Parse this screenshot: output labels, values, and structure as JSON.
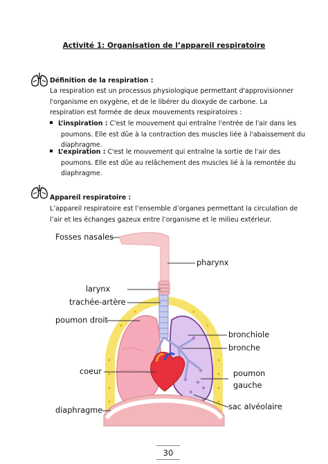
{
  "title": "Activité 1: Organisation de l’appareil respiratoire",
  "section1": {
    "heading": "Définition de la respiration :",
    "intro": [
      "La respiration est un processus physiologique permettant d'approvisionner",
      "l'organisme en oxygène, et de le libérer du dioxyde de carbone. La",
      "respiration est formée de deux mouvements respiratoires :"
    ],
    "inspiration": {
      "term": "L’inspiration :",
      "lines": [
        "C'est le mouvement qui entraîne l'entrée de l'air dans les",
        "poumons. Elle est dûe à la contraction des muscles liée à l'abaissement du",
        "diaphragme."
      ]
    },
    "expiration": {
      "term": "L’expiration :",
      "lines": [
        "C'est le mouvement qui entraîne la sortie de l'air des",
        "poumons. Elle est dûe au relâchement des muscles lié à la remontée du",
        "diaphragme."
      ]
    }
  },
  "section2": {
    "heading": "Appareil respiratoire :",
    "lines": [
      "L’appareil respiratoire est l’ensemble d’organes permettant la circulation de",
      "l’air et les échanges gazeux entre l’organisme et le milieu extérieur."
    ]
  },
  "diagram": {
    "labels": {
      "fosses_nasales": "Fosses nasales",
      "pharynx": "pharynx",
      "larynx": "larynx",
      "trachee": "trachée-artère",
      "poumon_droit": "poumon droit",
      "bronchiole": "bronchiole",
      "bronche": "bronche",
      "coeur": "coeur",
      "poumon_gauche_1": "poumon",
      "poumon_gauche_2": "gauche",
      "sac_alveolaire": "sac alvéolaire",
      "diaphragme": "diaphragme"
    }
  },
  "page_number": "30",
  "icons": {
    "section_icon": "lungs-icon"
  }
}
